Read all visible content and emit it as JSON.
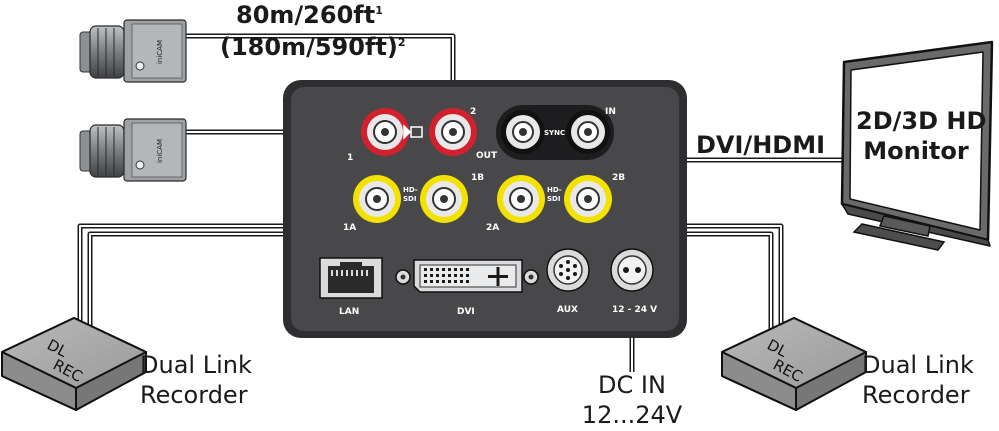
{
  "cable_length": {
    "line1": "80m/260ft",
    "sup1": "1",
    "line2": "(180m/590ft)",
    "sup2": "2"
  },
  "dvi_hdmi_label": "DVI/HDMI",
  "monitor": {
    "line1": "2D/3D HD",
    "line2": "Monitor"
  },
  "recorder_left": {
    "box_line1": "DL",
    "box_line2": "REC",
    "label_line1": "Dual Link",
    "label_line2": "Recorder"
  },
  "recorder_right": {
    "box_line1": "DL",
    "box_line2": "REC",
    "label_line1": "Dual Link",
    "label_line2": "Recorder"
  },
  "dc_in": {
    "line1": "DC IN",
    "line2": "12...24V"
  },
  "camera_badge": "iniCAM",
  "panel": {
    "fiber_1": "1",
    "fiber_2": "2",
    "out": "OUT",
    "sync": "SYNC",
    "in": "IN",
    "hd_sdi": "HD-\nSDI",
    "sdi_1a": "1A",
    "sdi_1b": "1B",
    "sdi_2a": "2A",
    "sdi_2b": "2B",
    "lan": "LAN",
    "dvi": "DVI",
    "aux": "AUX",
    "power": "12 - 24 V"
  },
  "colors": {
    "panel_face": "#48484a",
    "fiber_ring": "#d3202e",
    "sync_ring": "#111111",
    "sdi_ring": "#f3e200",
    "connector_metal": "#cfd2d4"
  }
}
